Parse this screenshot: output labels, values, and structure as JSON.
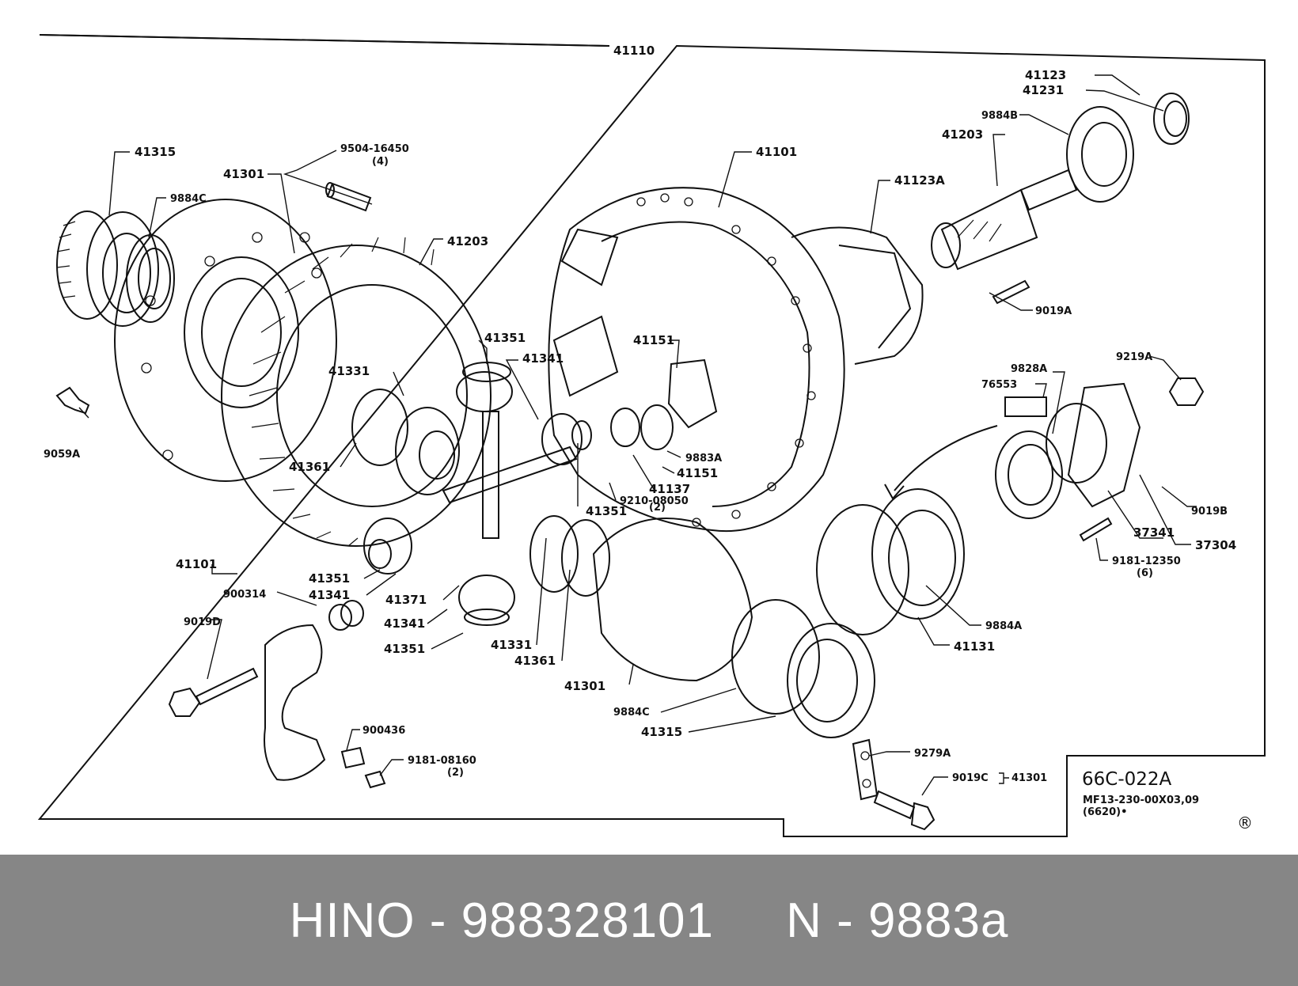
{
  "diagram": {
    "labels": {
      "assembly": "41110",
      "bearing_left": "41315",
      "case_left": "41301",
      "race_left": "9884C",
      "pin": "9504-16450",
      "pin_qty": "(4)",
      "ring_gear": "41203",
      "spider_gear_top": "41351",
      "side_gear_label": "41341",
      "side_gear_left": "41331",
      "washer_left": "41361",
      "bolt_left": "9059A",
      "carrier": "41101",
      "packing": "41123A",
      "pinion_gear": "41203",
      "seal": "41123",
      "shim": "41231",
      "race_right": "9884B",
      "bolt_upper": "9019A",
      "cap": "41151",
      "washer_9883": "9883A",
      "cap_lower": "41151",
      "plug": "41137",
      "nut": "9210-08050",
      "nut_qty": "(2)",
      "gear_41351_mid": "41351",
      "thrust_washer": "9828A",
      "label_76553": "76553",
      "nut_9219": "9219A",
      "flange_bolt": "9019B",
      "flange": "37341",
      "flange_assy": "37304",
      "bolt_9181": "9181-12350",
      "bolt_9181_qty": "(6)",
      "race_9884a": "9884A",
      "cage": "41131",
      "lower_41351": "41351",
      "lower_41341": "41341",
      "spider": "41371",
      "lower_41341b": "41341",
      "lower_41351b": "41351",
      "lower_41331": "41331",
      "lower_41361": "41361",
      "lower_41301": "41301",
      "lower_9884c": "9884C",
      "lower_41315": "41315",
      "lock_9279": "9279A",
      "bolt_9019c": "9019C",
      "bolt_9019c_ref": "41301",
      "carrier_bottom": "41101",
      "washer_900314": "900314",
      "bolt_9019d": "9019D",
      "lock_900436": "900436",
      "bolt_9181_08160": "9181-08160",
      "bolt_9181_08160_qty": "(2)"
    },
    "title_block": {
      "code": "66C-022A",
      "ref": "MF13-230-00X03,09",
      "ref2": "(6620)•",
      "mark": "®"
    }
  },
  "caption": {
    "text": "HINO - 988328101     N - 9883a"
  }
}
